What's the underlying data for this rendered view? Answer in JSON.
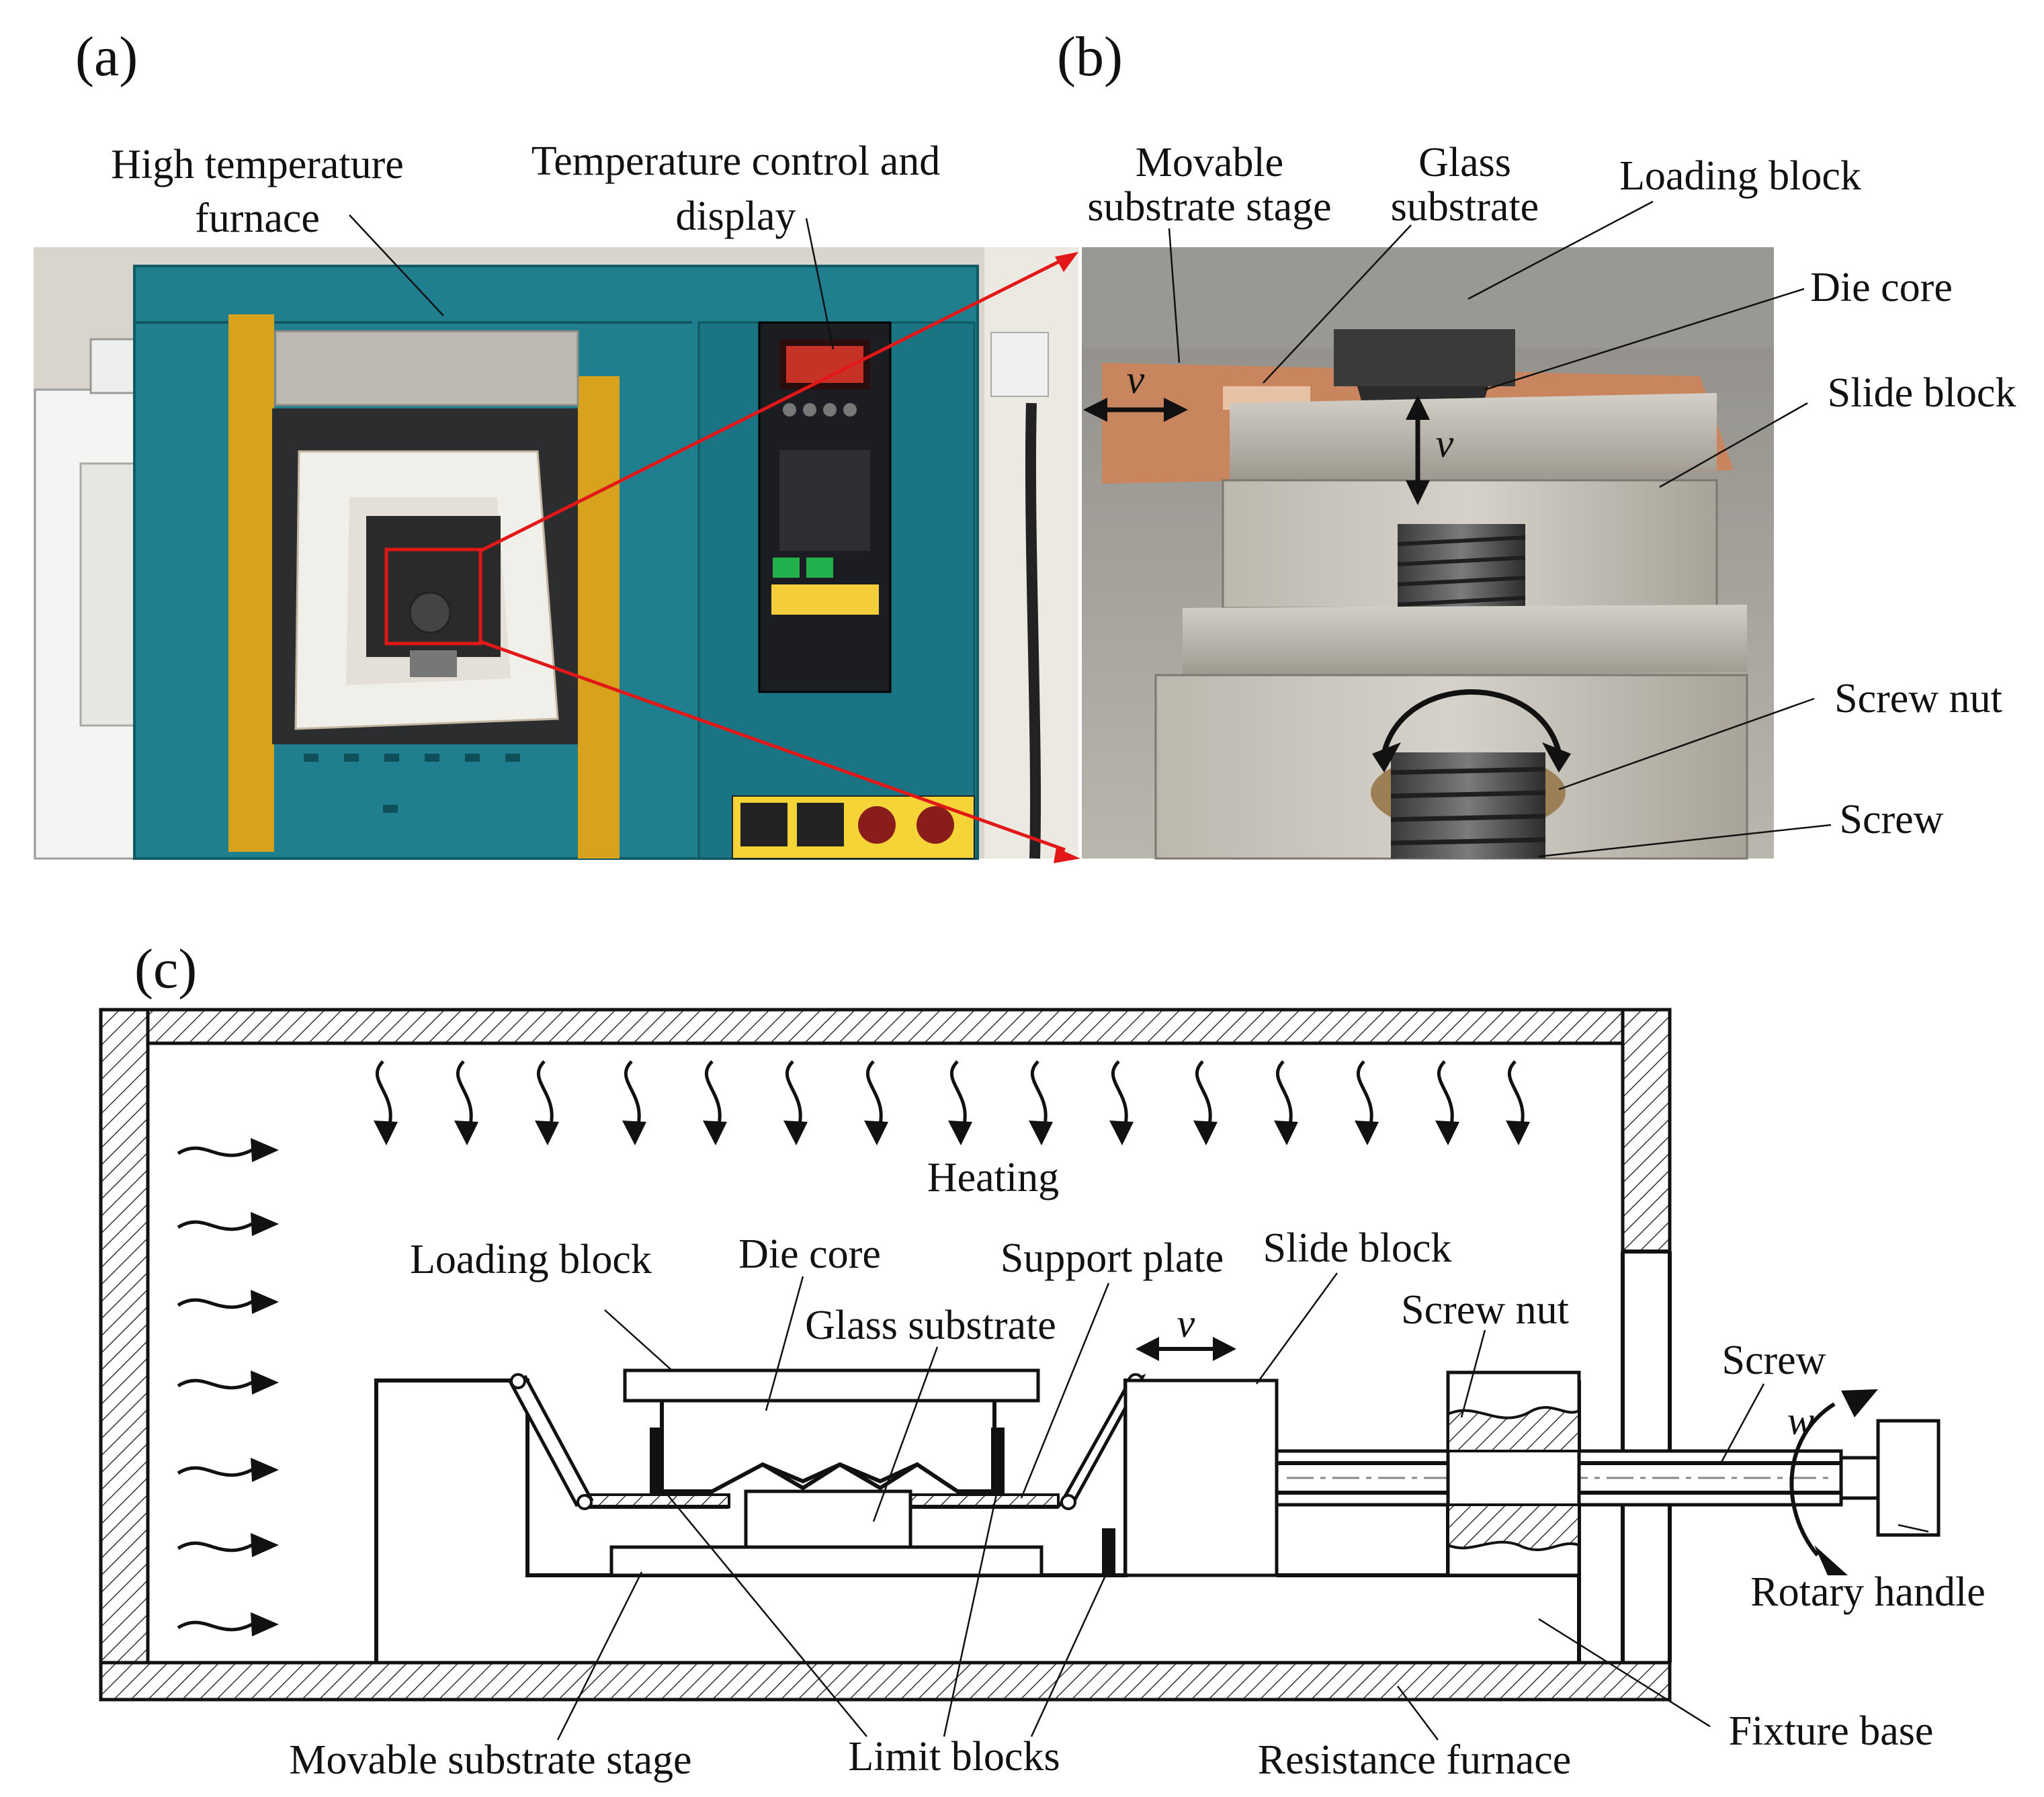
{
  "panels": {
    "a": {
      "label": "(a)",
      "callouts": {
        "furnace_line1": "High temperature",
        "furnace_line2": "furnace",
        "control_line1": "Temperature control and",
        "control_line2": "display"
      }
    },
    "b": {
      "label": "(b)",
      "callouts": {
        "stage_line1": "Movable",
        "stage_line2": "substrate stage",
        "glass_line1": "Glass",
        "glass_line2": "substrate",
        "loading_block": "Loading block",
        "die_core": "Die core",
        "slide_block": "Slide block",
        "screw_nut": "Screw nut",
        "screw": "Screw"
      },
      "motion_symbol_horizontal": "v",
      "motion_symbol_vertical": "v"
    },
    "c": {
      "label": "(c)",
      "heating": "Heating",
      "callouts": {
        "loading_block": "Loading block",
        "die_core": "Die core",
        "glass_substrate": "Glass substrate",
        "support_plate": "Support plate",
        "slide_block": "Slide block",
        "screw_nut": "Screw nut",
        "screw": "Screw",
        "rotary_handle": "Rotary handle",
        "fixture_base": "Fixture base",
        "resistance_furnace": "Resistance furnace",
        "limit_blocks": "Limit blocks",
        "movable_substrate_stage": "Movable  substrate stage"
      },
      "slide_velocity_symbol": "v",
      "rotation_symbol": "w"
    }
  },
  "colors": {
    "furnace_body": "#1f7f8f",
    "furnace_tape": "#d8a21c",
    "furnace_chamber": "#f1efe9",
    "control_panel": "#1c1d22",
    "led_red": "#e23b2b",
    "magnifier_line": "#e21818",
    "steel_light": "#b7b2a8",
    "steel_dark": "#6c6a66",
    "copper_stage": "#c9855e",
    "hatch": "#333333"
  },
  "icons": {
    "heating_arrow": "wavy-arrow-icon",
    "rotation_arrow": "curved-double-arrow-icon"
  }
}
